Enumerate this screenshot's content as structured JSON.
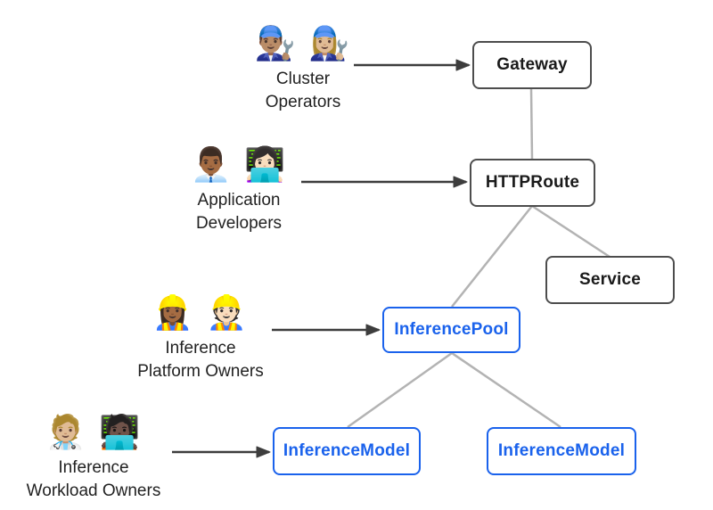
{
  "colors": {
    "node_border_dark": "#4d4d4d",
    "node_text_dark": "#1a1a1a",
    "node_blue": "#1a62ec",
    "line_gray": "#b3b3b3",
    "arrow_dark": "#3d3d3d",
    "background": "#ffffff"
  },
  "personas": {
    "cluster_operators": {
      "emojis": "👨🏽‍🔧 👩🏼‍🔧",
      "line1": "Cluster",
      "line2": "Operators"
    },
    "application_developers": {
      "emojis": "👨🏾‍💼 👩🏻‍💻",
      "line1": "Application",
      "line2": "Developers"
    },
    "inference_platform_owners": {
      "emojis": "👷🏾‍♀️ 👷🏻",
      "line1": "Inference",
      "line2": "Platform Owners"
    },
    "inference_workload_owners": {
      "emojis": "🧑🏼‍⚕️ 🧑🏿‍💻",
      "line1": "Inference",
      "line2": "Workload Owners"
    }
  },
  "nodes": {
    "gateway": {
      "label": "Gateway",
      "style": "dark"
    },
    "httproute": {
      "label": "HTTPRoute",
      "style": "dark"
    },
    "service": {
      "label": "Service",
      "style": "dark"
    },
    "inference_pool": {
      "label": "InferencePool",
      "style": "blue"
    },
    "inference_model_left": {
      "label": "InferenceModel",
      "style": "blue"
    },
    "inference_model_right": {
      "label": "InferenceModel",
      "style": "blue"
    }
  },
  "edges": {
    "gateway_to_httproute": "Gateway — HTTPRoute",
    "httproute_to_service": "HTTPRoute — Service",
    "httproute_to_inferencepool": "HTTPRoute — InferencePool",
    "inferencepool_to_inferencemodel_left": "InferencePool — InferenceModel",
    "inferencepool_to_inferencemodel_right": "InferencePool — InferenceModel"
  }
}
